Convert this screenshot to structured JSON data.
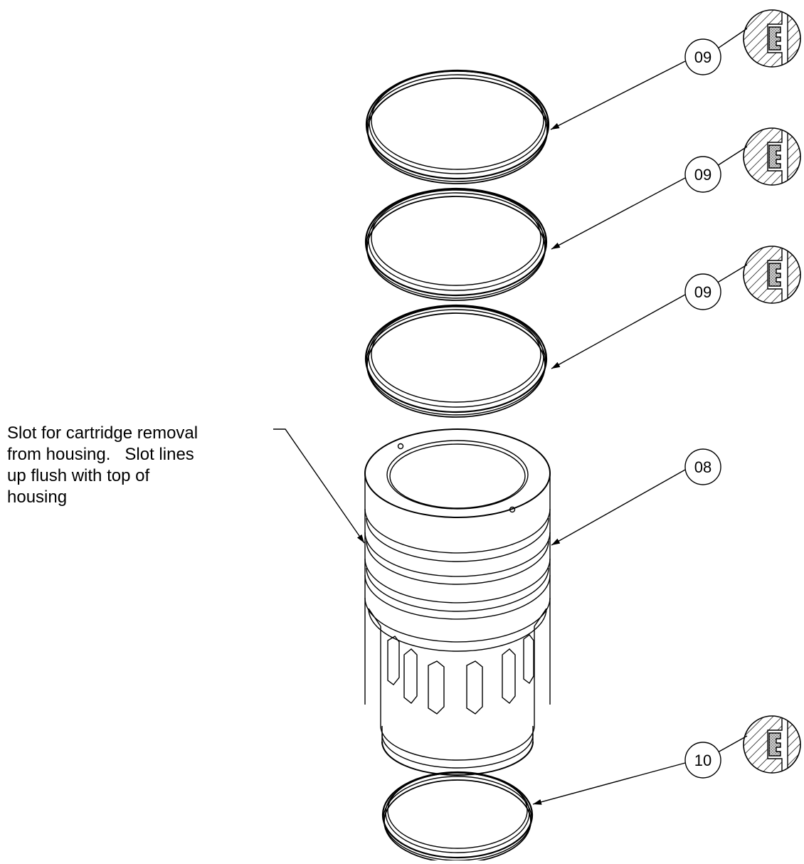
{
  "colors": {
    "ink": "#000000",
    "paper": "#ffffff",
    "seal_fill": "#c9c9c9"
  },
  "callouts": [
    {
      "id": "ring-1",
      "label": "09"
    },
    {
      "id": "ring-2",
      "label": "09"
    },
    {
      "id": "ring-3",
      "label": "09"
    },
    {
      "id": "cartridge",
      "label": "08"
    },
    {
      "id": "bottom-ring",
      "label": "10"
    }
  ],
  "note": {
    "line1": "Slot for cartridge removal",
    "line2": "from housing.   Slot lines",
    "line3": "up flush with top of",
    "line4": "housing"
  }
}
